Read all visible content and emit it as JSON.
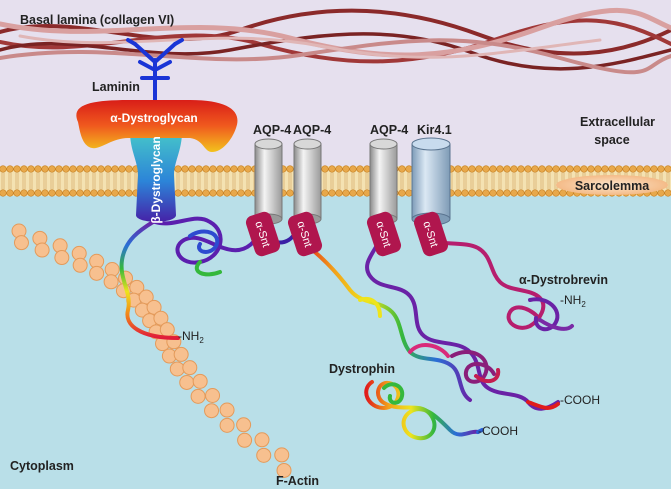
{
  "labels": {
    "basal_lamina": "Basal lamina (collagen VI)",
    "laminin": "Laminin",
    "alpha_dystroglycan": "α-Dystroglycan",
    "beta_dystroglycan": "β-Dystroglycan",
    "aqp4_1": "AQP-4",
    "aqp4_2": "AQP-4",
    "aqp4_3": "AQP-4",
    "kir41": "Kir4.1",
    "extracellular_1": "Extracellular",
    "extracellular_2": "space",
    "sarcolemma": "Sarcolemma",
    "alpha_snt": "α-Snt",
    "alpha_dystrobrevin": "α-Dystrobrevin",
    "nh2": "-NH",
    "nh2_sub": "2",
    "cooh": "-COOH",
    "dystrophin": "Dystrophin",
    "cytoplasm": "Cytoplasm",
    "f_actin": "F-Actin"
  },
  "colors": {
    "extracellular_bg": "#e6e0ee",
    "cytoplasm_bg": "#b9dfe8",
    "collagen_dark": "#8b2a2a",
    "collagen_light": "#d9a0a0",
    "laminin": "#1a35d6",
    "snt": "#b0164e",
    "actin": "#f7c08f"
  }
}
